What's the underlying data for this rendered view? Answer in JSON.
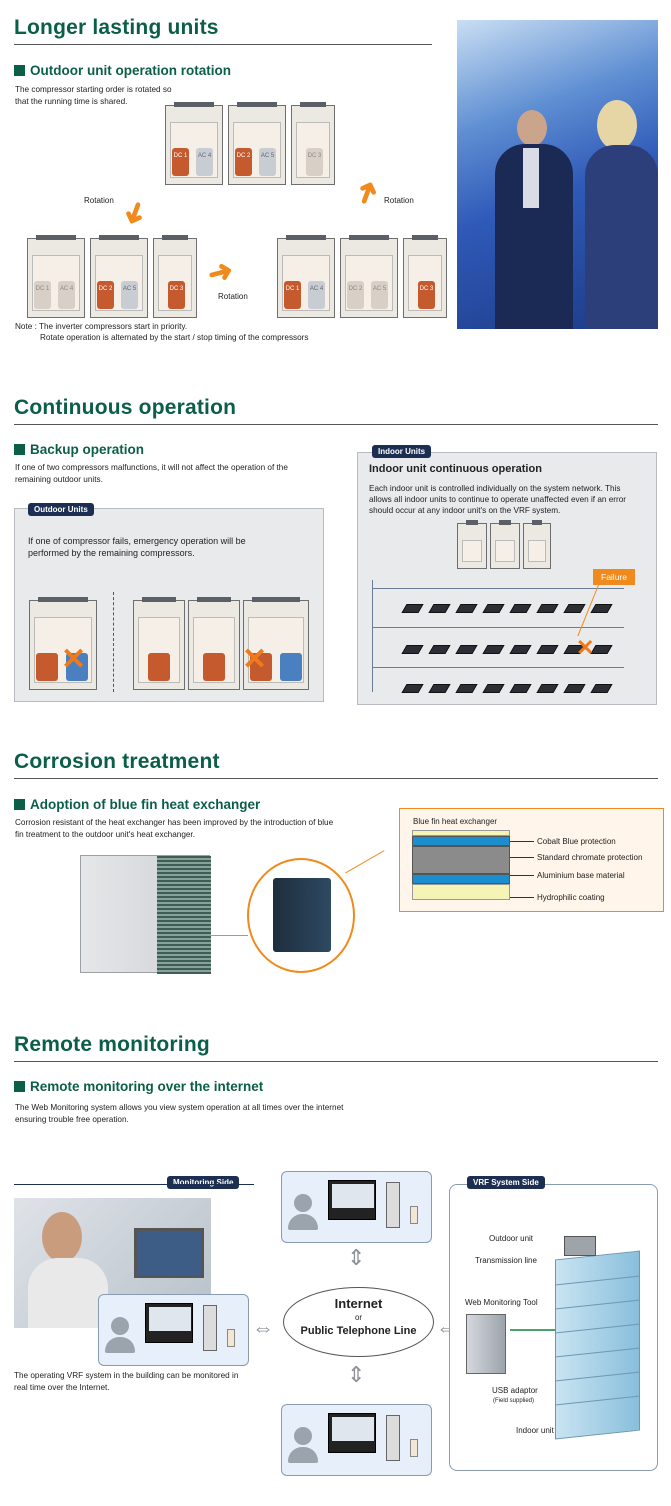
{
  "sections": {
    "longer": {
      "title": "Longer lasting units",
      "sub_title": "Outdoor unit operation rotation",
      "desc": "The compressor starting order is rotated so that the running time is shared.",
      "rotation_label": "Rotation",
      "note_line1": "Note : The inverter compressors start in priority.",
      "note_line2": "Rotate operation is alternated by the start / stop timing of the compressors",
      "compressor_labels": {
        "dc1": "DC 1",
        "ac4": "AC 4",
        "dc2": "DC 2",
        "ac5": "AC 5",
        "dc3": "DC 3"
      }
    },
    "continuous": {
      "title": "Continuous operation",
      "sub_title": "Backup operation",
      "desc": "If one of two compressors malfunctions, it will not affect the operation of the remaining outdoor units.",
      "outdoor_tag": "Outdoor Units",
      "outdoor_text": "If one of compressor fails, emergency operation will be performed by the remaining compressors.",
      "indoor_tag": "Indoor Units",
      "indoor_heading": "Indoor unit continuous operation",
      "indoor_text": "Each indoor unit is controlled individually on the system network. This allows all indoor units to continue to operate unaffected even if an error should occur at any indoor unit's on the VRF system.",
      "failure_label": "Failure"
    },
    "corrosion": {
      "title": "Corrosion treatment",
      "sub_title": "Adoption of blue fin heat exchanger",
      "desc": "Corrosion resistant of the heat exchanger has been improved by the introduction of blue fin treatment to the outdoor unit's heat exchanger.",
      "diagram_title": "Blue fin heat exchanger",
      "layers": [
        "Cobalt Blue protection",
        "Standard chromate protection",
        "Aluminium base material",
        "Hydrophilic coating"
      ]
    },
    "remote": {
      "title": "Remote monitoring",
      "sub_title": "Remote monitoring over the internet",
      "desc": "The Web Monitoring system allows you view system operation at all times over the internet ensuring trouble free operation.",
      "monitoring_tag": "Monitoring Side",
      "vrf_tag": "VRF System Side",
      "internet": "Internet",
      "or": "or",
      "phone": "Public Telephone Line",
      "caption": "The operating VRF system in the building can be monitored in real time over the Internet.",
      "outdoor_unit": "Outdoor unit",
      "transmission_line": "Transmission line",
      "web_tool": "Web Monitoring Tool",
      "usb": "USB adaptor",
      "usb_note": "(Field supplied)",
      "indoor_unit": "Indoor unit"
    }
  },
  "colors": {
    "heading": "#0c5f47",
    "accent": "#f08a1c",
    "tag_bg": "#1c2f52",
    "panel_bg": "#e9eaec"
  }
}
